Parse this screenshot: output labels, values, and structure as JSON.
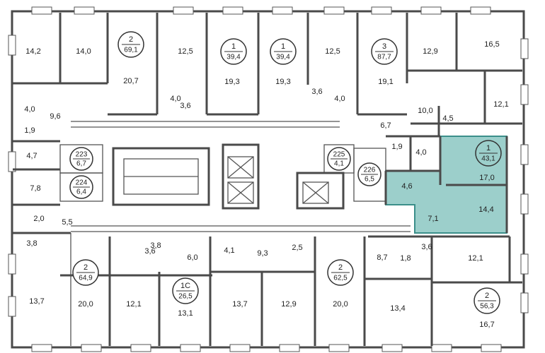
{
  "colors": {
    "wall": "#4a4a4a",
    "highlight": "#9ccfcb",
    "highlight_stroke": "#3b8f8a",
    "window": "#ffffff"
  },
  "rooms": [
    {
      "id": "r1",
      "label": "14,2"
    },
    {
      "id": "r2",
      "label": "14,0"
    },
    {
      "id": "r3",
      "label": "20,7"
    },
    {
      "id": "r4",
      "label": "12,5"
    },
    {
      "id": "r5",
      "label": "4,0"
    },
    {
      "id": "r6",
      "label": "3,6"
    },
    {
      "id": "r7",
      "label": "19,3"
    },
    {
      "id": "r8",
      "label": "19,3"
    },
    {
      "id": "r9",
      "label": "12,5"
    },
    {
      "id": "r10",
      "label": "3,6"
    },
    {
      "id": "r11",
      "label": "4,0"
    },
    {
      "id": "r12",
      "label": "19,1"
    },
    {
      "id": "r13",
      "label": "12,9"
    },
    {
      "id": "r14",
      "label": "16,5"
    },
    {
      "id": "r15",
      "label": "4,0"
    },
    {
      "id": "r16",
      "label": "9,6"
    },
    {
      "id": "r17",
      "label": "1,9"
    },
    {
      "id": "r18",
      "label": "10,0"
    },
    {
      "id": "r19",
      "label": "4,5"
    },
    {
      "id": "r20",
      "label": "12,1"
    },
    {
      "id": "r21",
      "label": "6,7"
    },
    {
      "id": "r22",
      "label": "4,7"
    },
    {
      "id": "r23",
      "label": "1,9"
    },
    {
      "id": "r24",
      "label": "4,0"
    },
    {
      "id": "r25",
      "label": "17,0"
    },
    {
      "id": "r26",
      "label": "4,6"
    },
    {
      "id": "r27",
      "label": "7,8"
    },
    {
      "id": "r28",
      "label": "14,4"
    },
    {
      "id": "r29",
      "label": "7,1"
    },
    {
      "id": "r30",
      "label": "2,0"
    },
    {
      "id": "r31",
      "label": "5,5"
    },
    {
      "id": "r32",
      "label": "3,8"
    },
    {
      "id": "r33",
      "label": "3,6"
    },
    {
      "id": "r34",
      "label": "3,8"
    },
    {
      "id": "r35",
      "label": "6,0"
    },
    {
      "id": "r36",
      "label": "4,1"
    },
    {
      "id": "r37",
      "label": "9,3"
    },
    {
      "id": "r38",
      "label": "2,5"
    },
    {
      "id": "r39",
      "label": "8,7"
    },
    {
      "id": "r40",
      "label": "1,8"
    },
    {
      "id": "r41",
      "label": "3,6"
    },
    {
      "id": "r42",
      "label": "12,1"
    },
    {
      "id": "r43",
      "label": "13,7"
    },
    {
      "id": "r44",
      "label": "20,0"
    },
    {
      "id": "r45",
      "label": "12,1"
    },
    {
      "id": "r46",
      "label": "13,1"
    },
    {
      "id": "r47",
      "label": "13,7"
    },
    {
      "id": "r48",
      "label": "12,9"
    },
    {
      "id": "r49",
      "label": "20,0"
    },
    {
      "id": "r50",
      "label": "13,4"
    },
    {
      "id": "r51",
      "label": "16,7"
    }
  ],
  "units": [
    {
      "id": "u1",
      "type": "2",
      "area": "69,1",
      "highlighted": false
    },
    {
      "id": "u2",
      "type": "1",
      "area": "39,4",
      "highlighted": false
    },
    {
      "id": "u3",
      "type": "1",
      "area": "39,4",
      "highlighted": false
    },
    {
      "id": "u4",
      "type": "3",
      "area": "87,7",
      "highlighted": false
    },
    {
      "id": "u5",
      "type": "1",
      "area": "43,1",
      "highlighted": true
    },
    {
      "id": "u6",
      "type": "2",
      "area": "64,9",
      "highlighted": false
    },
    {
      "id": "u7",
      "type": "1С",
      "area": "26,5",
      "highlighted": false
    },
    {
      "id": "u8",
      "type": "2",
      "area": "62,5",
      "highlighted": false
    },
    {
      "id": "u9",
      "type": "2",
      "area": "56,3",
      "highlighted": false
    }
  ],
  "storage": [
    {
      "id": "s1",
      "num": "223",
      "area": "6,7"
    },
    {
      "id": "s2",
      "num": "224",
      "area": "6,4"
    },
    {
      "id": "s3",
      "num": "225",
      "area": "4,1"
    },
    {
      "id": "s4",
      "num": "226",
      "area": "6,5"
    }
  ]
}
